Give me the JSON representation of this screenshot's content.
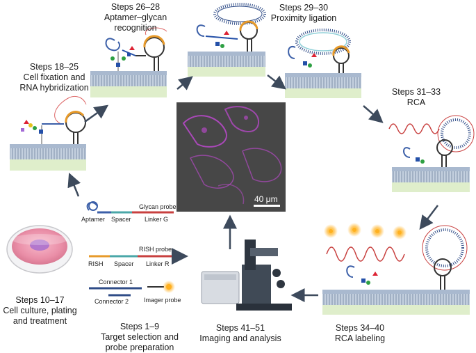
{
  "steps": {
    "s1_9": [
      "Steps 1–9",
      "Target selection and",
      "probe preparation"
    ],
    "s10_17": [
      "Steps 10–17",
      "Cell culture, plating",
      "and treatment"
    ],
    "s18_25": [
      "Steps 18–25",
      "Cell fixation and",
      "RNA hybridization"
    ],
    "s26_28": [
      "Steps 26–28",
      "Aptamer–glycan",
      "recognition"
    ],
    "s29_30": [
      "Steps 29–30",
      "Proximity ligation"
    ],
    "s31_33": [
      "Steps 31–33",
      "RCA"
    ],
    "s34_40": [
      "Steps 34–40",
      "RCA labeling"
    ],
    "s41_51": [
      "Steps 41–51",
      "Imaging and analysis"
    ]
  },
  "probes": {
    "glycan_probe": "Glycan probe",
    "aptamer": "Aptamer",
    "spacer_g": "Spacer",
    "linker_g": "Linker G",
    "rish_probe": "RISH probe",
    "rish": "RISH",
    "spacer_r": "Spacer",
    "linker_r": "Linker R",
    "connector1": "Connector 1",
    "connector2": "Connector 2",
    "imager_probe": "Imager probe"
  },
  "micrograph": {
    "scale_label": "40 μm"
  },
  "colors": {
    "membrane": "#a9b9cf",
    "cytoplasm": "#dfeecb",
    "aptamer": "#3b5fa8",
    "spacer": "#4aa7a8",
    "linker": "#c8403f",
    "rish": "#e79a2a",
    "arrow": "#3d4a5c",
    "stain": "#c349d6"
  }
}
